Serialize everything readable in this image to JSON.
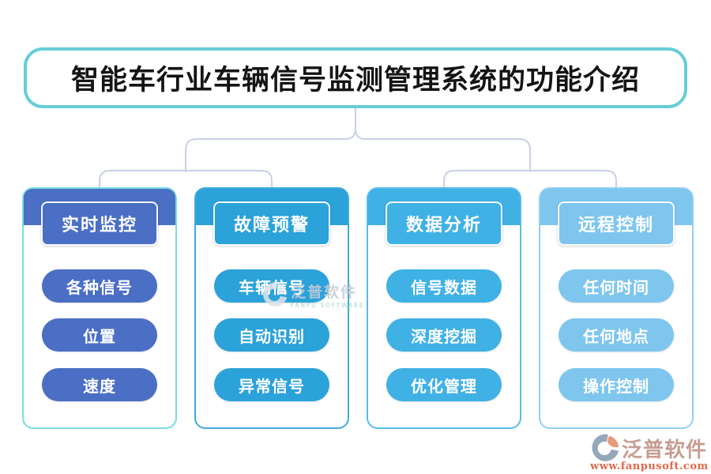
{
  "title": "智能车行业车辆信号监测管理系统的功能介绍",
  "columns": [
    {
      "header": "实时监控",
      "items": [
        "各种信号",
        "位置",
        "速度"
      ],
      "fill": "#4a6fc4",
      "border": "#7adce2"
    },
    {
      "header": "故障预警",
      "items": [
        "车辆信号",
        "自动识别",
        "异常信号"
      ],
      "fill": "#2ba2d9",
      "border": "#3fabdd"
    },
    {
      "header": "数据分析",
      "items": [
        "信号数据",
        "深度挖掘",
        "优化管理"
      ],
      "fill": "#3fb1e5",
      "border": "#58bce9"
    },
    {
      "header": "远程控制",
      "items": [
        "任何时间",
        "任何地点",
        "操作控制"
      ],
      "fill": "#7ec6ee",
      "border": "#92d0f2"
    }
  ],
  "watermark": {
    "name": "泛普软件",
    "subtext": "FANPU SOFTWARE"
  },
  "footer": {
    "name": "泛普软件",
    "url": "www.fanpusoft.com"
  },
  "colors": {
    "title_border": "#66ced7",
    "connector": "#c8d1e4"
  }
}
